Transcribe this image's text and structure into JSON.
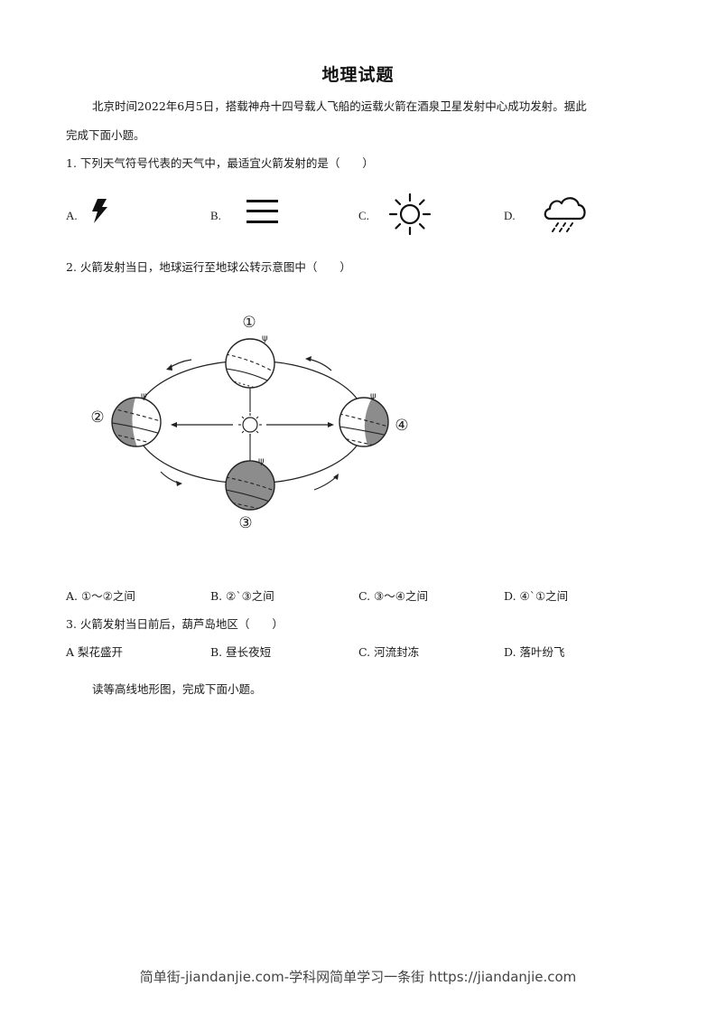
{
  "document": {
    "title": "地理试题",
    "intro_line1": "北京时间2022年6月5日，搭载神舟十四号载人飞船的运载火箭在酒泉卫星发射中心成功发射。据此",
    "intro_line2": "完成下面小题。"
  },
  "questions": [
    {
      "number": "1.",
      "stem": "1. 下列天气符号代表的天气中，最适宜火箭发射的是（　　）",
      "options": [
        {
          "label": "A.",
          "icon": "lightning-icon"
        },
        {
          "label": "B.",
          "icon": "fog-icon"
        },
        {
          "label": "C.",
          "icon": "sunny-icon"
        },
        {
          "label": "D.",
          "icon": "rain-cloud-icon"
        }
      ]
    },
    {
      "number": "2.",
      "stem": "2. 火箭发射当日，地球运行至地球公转示意图中（　　）",
      "figure": {
        "positions": [
          "①",
          "②",
          "③",
          "④"
        ],
        "center": "sun-icon"
      },
      "options": [
        {
          "label": "A. ①～②之间"
        },
        {
          "label": "B. ②`③之间"
        },
        {
          "label": "C. ③～④之间"
        },
        {
          "label": "D. ④`①之间"
        }
      ]
    },
    {
      "number": "3.",
      "stem": "3. 火箭发射当日前后，葫芦岛地区（　　）",
      "options": [
        {
          "label": "A  梨花盛开"
        },
        {
          "label": "B.  昼长夜短"
        },
        {
          "label": "C.  河流封冻"
        },
        {
          "label": "D.  落叶纷飞"
        }
      ]
    }
  ],
  "next_section": "读等高线地形图，完成下面小题。",
  "footer": "简单街-jiandanjie.com-学科网简单学习一条街 https://jiandanjie.com",
  "colors": {
    "text": "#1a1a1a",
    "shade": "#8c8c8c",
    "footer": "#444444"
  }
}
